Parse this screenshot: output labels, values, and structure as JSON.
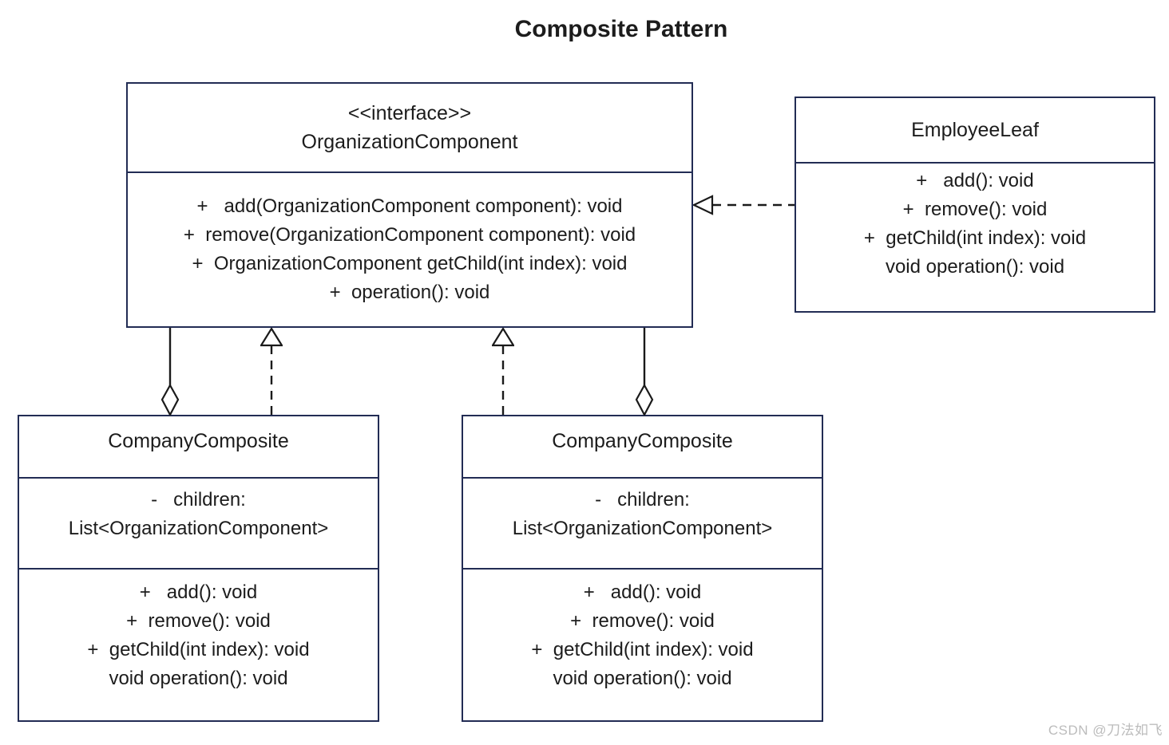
{
  "title": "Composite Pattern",
  "watermark": "CSDN @刀法如飞",
  "colors": {
    "box_border": "#222c54",
    "connector_line": "#1a1a1a",
    "text": "#1c1c1c",
    "background": "#ffffff",
    "watermark_text": "#bcbcbc"
  },
  "classes": {
    "interface": {
      "stereotype": "<<interface>>",
      "name": "OrganizationComponent",
      "methods": [
        "+   add(OrganizationComponent component): void",
        "+  remove(OrganizationComponent component): void",
        "+  OrganizationComponent getChild(int index): void",
        "+  operation(): void"
      ]
    },
    "leaf": {
      "name": "EmployeeLeaf",
      "methods": [
        "+   add(): void",
        "+  remove(): void",
        "+  getChild(int index): void",
        "void operation(): void"
      ]
    },
    "composites": [
      {
        "name": "CompanyComposite",
        "attributes": [
          "-   children:",
          "List<OrganizationComponent>"
        ],
        "methods": [
          "+   add(): void",
          "+  remove(): void",
          "+  getChild(int index): void",
          "void operation(): void"
        ]
      },
      {
        "name": "CompanyComposite",
        "attributes": [
          "-   children:",
          "List<OrganizationComponent>"
        ],
        "methods": [
          "+   add(): void",
          "+  remove(): void",
          "+  getChild(int index): void",
          "void operation(): void"
        ]
      }
    ]
  },
  "relationships": [
    {
      "type": "realization",
      "from": "EmployeeLeaf",
      "to": "OrganizationComponent"
    },
    {
      "type": "aggregation",
      "from": "CompanyComposite-left",
      "to": "OrganizationComponent"
    },
    {
      "type": "realization",
      "from": "CompanyComposite-left",
      "to": "OrganizationComponent"
    },
    {
      "type": "realization",
      "from": "CompanyComposite-right",
      "to": "OrganizationComponent"
    },
    {
      "type": "aggregation",
      "from": "CompanyComposite-right",
      "to": "OrganizationComponent"
    }
  ]
}
